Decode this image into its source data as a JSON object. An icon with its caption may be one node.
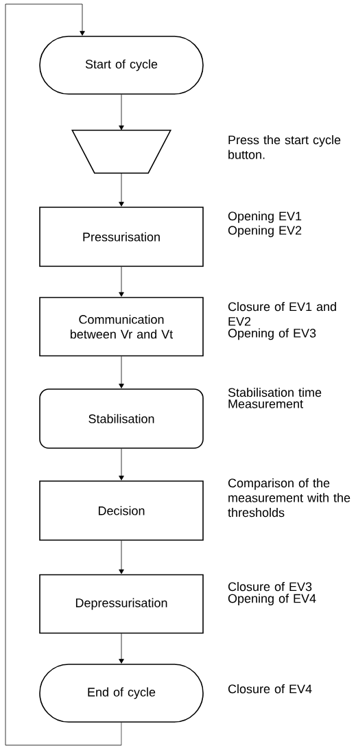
{
  "diagram": {
    "nodes": [
      {
        "text": [
          "Start of cycle"
        ]
      },
      {
        "text": [],
        "shape": "trapezoid"
      },
      {
        "text": [
          "Pressurisation"
        ],
        "beside": [
          "Opening EV1",
          "Opening EV2"
        ]
      },
      {
        "text": [
          "Communication between Vr and Vt"
        ],
        "beside": [
          "Closure of EV1 and EV2",
          "Opening of EV3"
        ]
      },
      {
        "text": [
          "Stabilisation"
        ],
        "beside": [
          "Stabilisation time",
          "Measurement"
        ]
      },
      {
        "text": [
          "Decision"
        ],
        "beside": [
          "Comparison of the measurement with the thresholds"
        ]
      },
      {
        "text": [
          "Depressurisation"
        ],
        "beside": [
          "Closure of EV3",
          "Opening of EV4"
        ]
      },
      {
        "text": [
          "End of cycle"
        ],
        "beside": [
          "Closure of EV4"
        ]
      }
    ],
    "edges": [
      {
        "from": 0,
        "to": 1,
        "arrow": "to"
      },
      {
        "from": 1,
        "to": 2,
        "arrow": "to"
      },
      {
        "from": 2,
        "to": 3,
        "arrow": "to"
      },
      {
        "from": 3,
        "to": 4,
        "arrow": "to"
      },
      {
        "from": 4,
        "to": 5,
        "arrow": "to"
      },
      {
        "from": 5,
        "to": 6,
        "arrow": "to"
      },
      {
        "from": 6,
        "to": 7,
        "arrow": "to"
      },
      {
        "from": 7,
        "to": 0,
        "arrow": "to"
      }
    ],
    "labels": [
      "Press the start cycle button."
    ]
  }
}
